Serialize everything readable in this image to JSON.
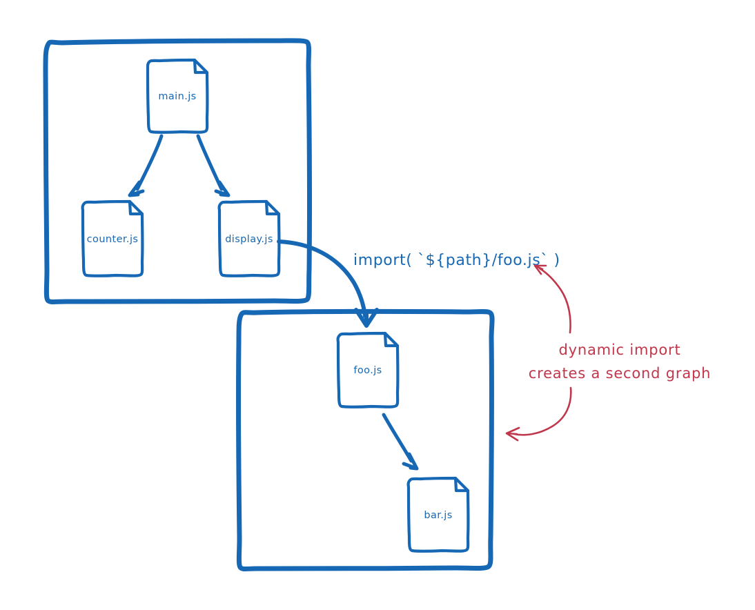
{
  "diagram": {
    "title": "dynamic import creates a second graph",
    "colors": {
      "blue": "#1668b5",
      "red": "#c0374c",
      "background": "#ffffff"
    },
    "groups": [
      {
        "id": "graph-1",
        "label": ""
      },
      {
        "id": "graph-2",
        "label": ""
      }
    ],
    "nodes": [
      {
        "id": "main",
        "label": "main.js",
        "group": "graph-1"
      },
      {
        "id": "counter",
        "label": "counter.js",
        "group": "graph-1"
      },
      {
        "id": "display",
        "label": "display.js",
        "group": "graph-1"
      },
      {
        "id": "foo",
        "label": "foo.js",
        "group": "graph-2"
      },
      {
        "id": "bar",
        "label": "bar.js",
        "group": "graph-2"
      }
    ],
    "edges": [
      {
        "from": "main",
        "to": "counter",
        "kind": "static"
      },
      {
        "from": "main",
        "to": "display",
        "kind": "static"
      },
      {
        "from": "display",
        "to": "foo",
        "kind": "dynamic",
        "label": "import( `${path}/foo.js` )"
      },
      {
        "from": "foo",
        "to": "bar",
        "kind": "static"
      }
    ],
    "labels": {
      "import_call": "import( `${path}/foo.js` )",
      "note_line_1": "dynamic import",
      "note_line_2": "creates a second graph"
    },
    "annotations": [
      {
        "id": "note-arrow-up",
        "points_to": "import_call"
      },
      {
        "id": "note-arrow-down",
        "points_to": "graph-2"
      }
    ]
  }
}
